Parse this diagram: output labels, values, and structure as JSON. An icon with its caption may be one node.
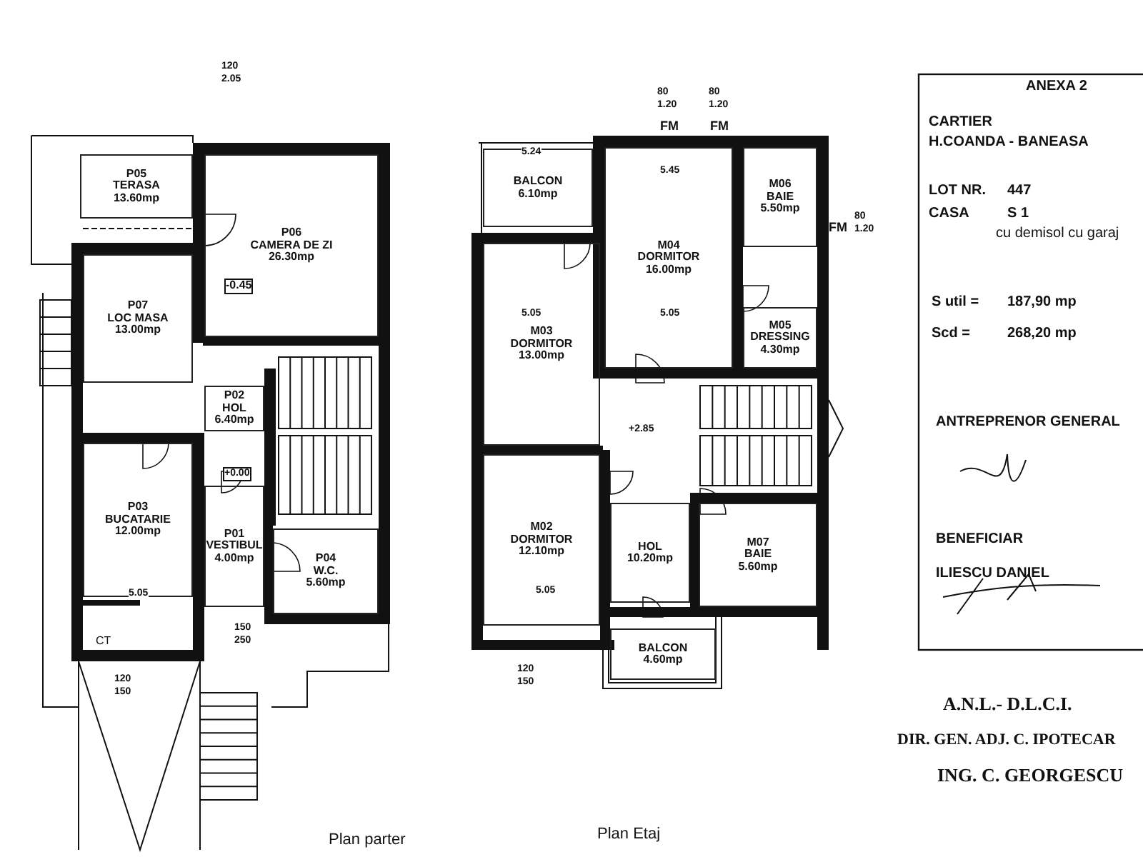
{
  "diagram": {
    "nodes": [
      {
        "text": [
          "P05",
          "TERASA",
          "13.60mp"
        ]
      },
      {
        "text": [
          "P06",
          "CAMERA DE ZI",
          "26.30mp"
        ]
      },
      {
        "text": [
          "P07",
          "LOC MASA",
          "13.00mp"
        ]
      },
      {
        "text": [
          "P02",
          "HOL",
          "6.40mp"
        ]
      },
      {
        "text": [
          "P03",
          "BUCATARIE",
          "12.00mp"
        ]
      },
      {
        "text": [
          "P01",
          "VESTIBUL",
          "4.00mp"
        ]
      },
      {
        "text": [
          "P04",
          "W.C.",
          "5.60mp"
        ]
      },
      {
        "text": [
          "BALCON",
          "6.10mp"
        ]
      },
      {
        "text": [
          "M04",
          "DORMITOR",
          "16.00mp"
        ]
      },
      {
        "text": [
          "M06",
          "BAIE",
          "5.50mp"
        ]
      },
      {
        "text": [
          "M03",
          "DORMITOR",
          "13.00mp"
        ]
      },
      {
        "text": [
          "M05",
          "DRESSING",
          "4.30mp"
        ]
      },
      {
        "text": [
          "M02",
          "DORMITOR",
          "12.10mp"
        ]
      },
      {
        "text": [
          "HOL",
          "10.20mp"
        ]
      },
      {
        "text": [
          "M07",
          "BAIE",
          "5.60mp"
        ]
      },
      {
        "text": [
          "BALCON",
          "4.60mp"
        ]
      }
    ],
    "labels": [
      "ANEXA 2",
      "CARTIER",
      "H.COANDA - BANEASA",
      "LOT NR.",
      "447",
      "CASA",
      "S 1",
      "cu demisol cu garaj",
      "S util =",
      "187,90 mp",
      "Scd =",
      "268,20 mp",
      "ANTREPRENOR GENERAL",
      "BENEFICIAR",
      "ILIESCU DANIEL",
      "A.N.L.- D.L.C.I.",
      "DIR. GEN. ADJ. C. IPOTECAR",
      "ING. C. GEORGESCU",
      "Plan parter",
      "Plan Etaj",
      "120",
      "2.05",
      "-0.45",
      "+0.00",
      "CT",
      "5.05",
      "150",
      "250",
      "120",
      "150",
      "80",
      "1.20",
      "80",
      "1.20",
      "FM",
      "FM",
      "FM",
      "80",
      "1.20",
      "5.24",
      "5.45",
      "5.05",
      "5.05",
      "+2.85",
      "5.05",
      "120",
      "150"
    ]
  }
}
